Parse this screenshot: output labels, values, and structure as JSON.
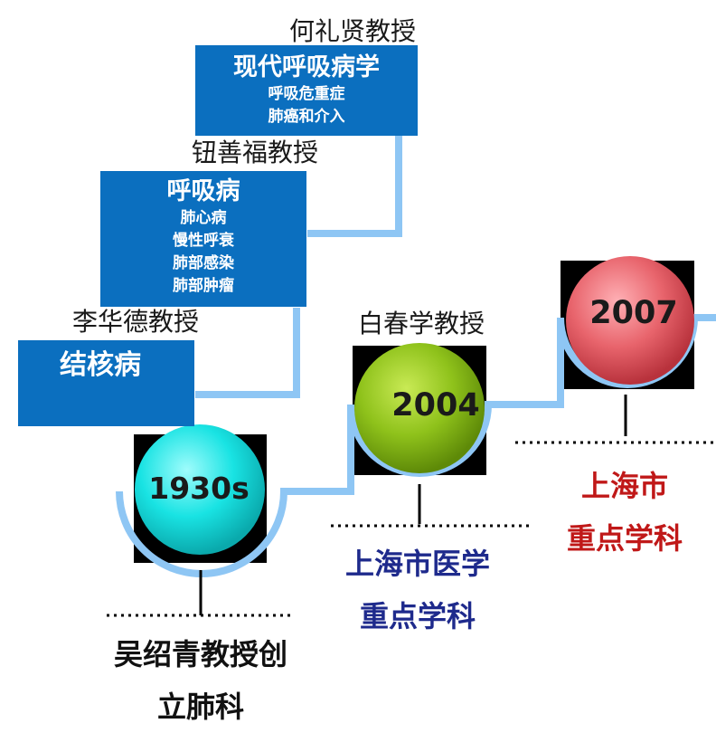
{
  "professors": {
    "he": "何礼贤教授",
    "niu": "钮善福教授",
    "li": "李华德教授",
    "bai": "白春学教授"
  },
  "boxes": {
    "top": {
      "title": "现代呼吸病学",
      "subs": [
        "呼吸危重症",
        "肺癌和介入"
      ]
    },
    "middle": {
      "title": "呼吸病",
      "subs": [
        "肺心病",
        "慢性呼衰",
        "肺部感染",
        "肺部肿瘤"
      ]
    },
    "bottom": {
      "title": "结核病"
    }
  },
  "milestones": [
    {
      "year": "1930s",
      "caption": [
        "吴绍青教授创",
        "立肺科"
      ]
    },
    {
      "year": "2004",
      "caption": [
        "上海市医学",
        "重点学科"
      ]
    },
    {
      "year": "2007",
      "caption": [
        "上海市",
        "重点学科"
      ]
    }
  ],
  "colors": {
    "box_blue": "#0b6fbf",
    "line_blue": "#8ec6f4",
    "circle_1930s": "#19e3e3",
    "circle_2004": "#8fc21b",
    "circle_2007": "#e8646c",
    "caption_2004": "#1e2a8c",
    "caption_2007": "#c01818",
    "caption_1930s": "#111111"
  }
}
